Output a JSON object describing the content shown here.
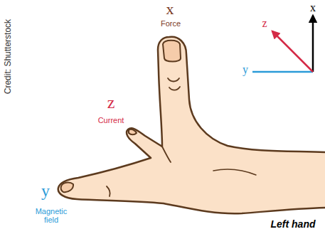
{
  "diagram": {
    "labels": [
      "Credit: Shutterstock",
      "x",
      "Force",
      "z",
      "x",
      "y",
      "z",
      "Current",
      "y",
      "Magnetic field",
      "Left hand"
    ]
  }
}
